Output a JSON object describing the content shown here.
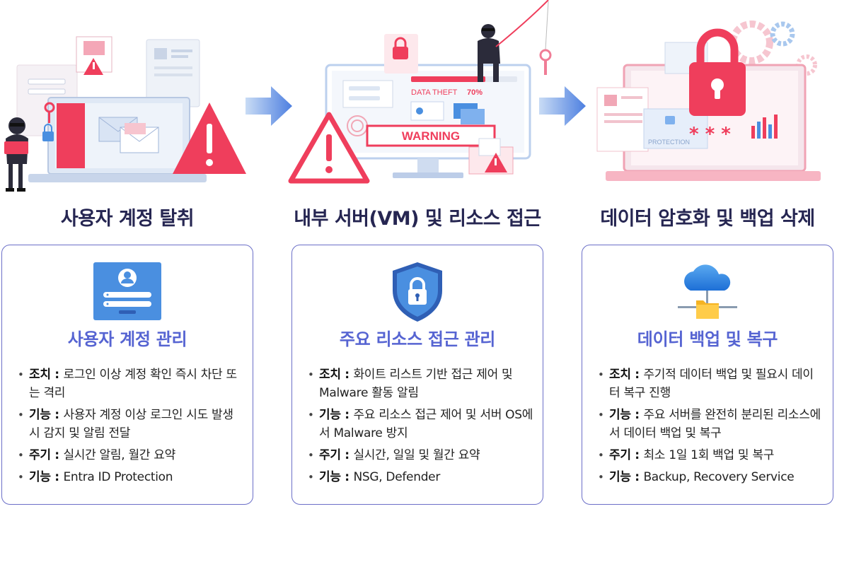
{
  "illustrations": {
    "theft_label": "DATA THEFT",
    "theft_percent": "70%",
    "warning_label": "WARNING",
    "protect_label": "PROTECTION",
    "password_mask": "* * *"
  },
  "stages": [
    {
      "title": "사용자 계정 탈취",
      "card_title": "사용자 계정 관리",
      "items": [
        {
          "key": "조치",
          "sep": " : ",
          "text": "로그인 이상 계정 확인 즉시 차단 또는 격리"
        },
        {
          "key": "기능",
          "sep": " : ",
          "text": "사용자 계정 이상 로그인 시도 발생시 감지 및 알림 전달"
        },
        {
          "key": "주기",
          "sep": " : ",
          "text": "실시간 알림, 월간 요약"
        },
        {
          "key": "기능",
          "sep": " : ",
          "text": "Entra ID Protection"
        }
      ]
    },
    {
      "title": "내부 서버(VM) 및 리소스 접근",
      "card_title": "주요 리소스 접근 관리",
      "items": [
        {
          "key": "조치",
          "sep": " : ",
          "text": "화이트 리스트 기반 접근 제어 및 Malware 활동 알림"
        },
        {
          "key": "기능",
          "sep": " : ",
          "text": "주요 리소스 접근 제어 및 서버 OS에서 Malware 방지"
        },
        {
          "key": "주기",
          "sep": " : ",
          "text": "실시간, 일일 및 월간 요약"
        },
        {
          "key": "기능",
          "sep": " : ",
          "text": "NSG, Defender"
        }
      ]
    },
    {
      "title": "데이터 암호화 및 백업 삭제",
      "card_title": "데이터 백업 및 복구",
      "items": [
        {
          "key": "조치",
          "sep": " : ",
          "text": "주기적 데이터 백업 및 필요시 데이터 복구 진행"
        },
        {
          "key": "기능",
          "sep": " : ",
          "text": "주요 서버를 완전히 분리된 리소스에서 데이터 백업 및 복구"
        },
        {
          "key": "주기",
          "sep": " : ",
          "text": "최소 1일 1회 백업 및 복구"
        },
        {
          "key": "기능",
          "sep": " : ",
          "text": "Backup, Recovery Service"
        }
      ]
    }
  ]
}
